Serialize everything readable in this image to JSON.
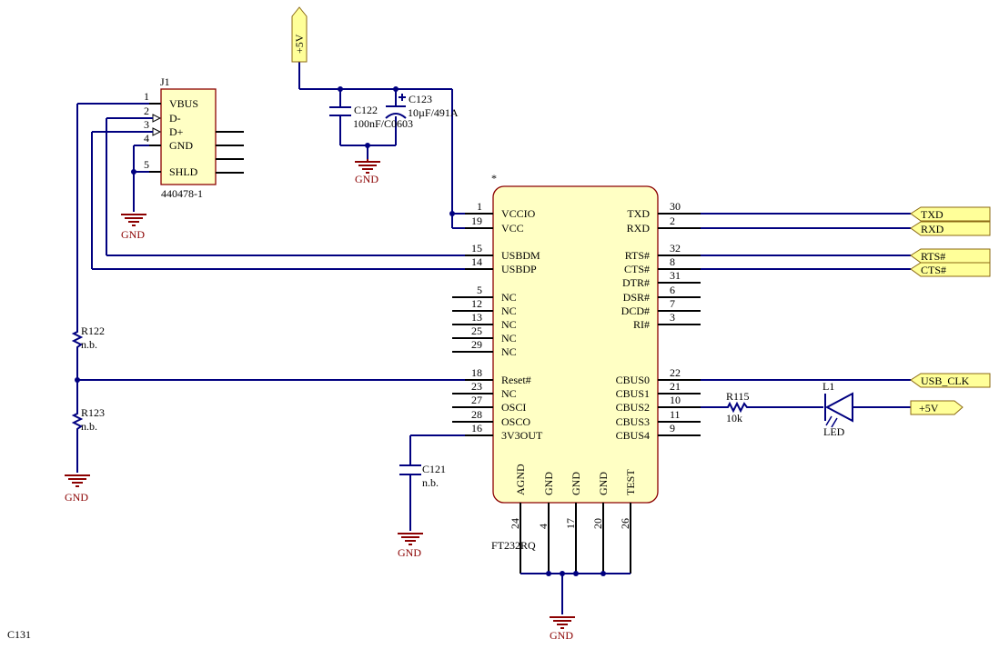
{
  "ic": {
    "designator": "*",
    "part": "FT232RQ",
    "left_pins": [
      {
        "num": "1",
        "name": "VCCIO"
      },
      {
        "num": "19",
        "name": "VCC"
      },
      {
        "num": "15",
        "name": "USBDM"
      },
      {
        "num": "14",
        "name": "USBDP"
      },
      {
        "num": "5",
        "name": "NC"
      },
      {
        "num": "12",
        "name": "NC"
      },
      {
        "num": "13",
        "name": "NC"
      },
      {
        "num": "25",
        "name": "NC"
      },
      {
        "num": "29",
        "name": "NC"
      },
      {
        "num": "18",
        "name": "Reset#"
      },
      {
        "num": "23",
        "name": "NC"
      },
      {
        "num": "27",
        "name": "OSCI"
      },
      {
        "num": "28",
        "name": "OSCO"
      },
      {
        "num": "16",
        "name": "3V3OUT"
      }
    ],
    "right_pins": [
      {
        "num": "30",
        "name": "TXD"
      },
      {
        "num": "2",
        "name": "RXD"
      },
      {
        "num": "32",
        "name": "RTS#"
      },
      {
        "num": "8",
        "name": "CTS#"
      },
      {
        "num": "31",
        "name": "DTR#"
      },
      {
        "num": "6",
        "name": "DSR#"
      },
      {
        "num": "7",
        "name": "DCD#"
      },
      {
        "num": "3",
        "name": "RI#"
      },
      {
        "num": "22",
        "name": "CBUS0"
      },
      {
        "num": "21",
        "name": "CBUS1"
      },
      {
        "num": "10",
        "name": "CBUS2"
      },
      {
        "num": "11",
        "name": "CBUS3"
      },
      {
        "num": "9",
        "name": "CBUS4"
      }
    ],
    "bottom_pins": [
      {
        "num": "24",
        "name": "AGND"
      },
      {
        "num": "4",
        "name": "GND"
      },
      {
        "num": "17",
        "name": "GND"
      },
      {
        "num": "20",
        "name": "GND"
      },
      {
        "num": "26",
        "name": "TEST"
      }
    ]
  },
  "connector": {
    "ref": "J1",
    "part": "440478-1",
    "pins": [
      {
        "num": "1",
        "name": "VBUS"
      },
      {
        "num": "2",
        "name": "D-"
      },
      {
        "num": "3",
        "name": "D+"
      },
      {
        "num": "4",
        "name": "GND"
      },
      {
        "num": "5",
        "name": "SHLD"
      }
    ]
  },
  "components": {
    "c122": {
      "ref": "C122",
      "value": "100nF/C0603"
    },
    "c123": {
      "ref": "C123",
      "value": "10µF/491A"
    },
    "c121": {
      "ref": "C121",
      "value": "n.b."
    },
    "r122": {
      "ref": "R122",
      "value": "n.b."
    },
    "r123": {
      "ref": "R123",
      "value": "n.b."
    },
    "r115": {
      "ref": "R115",
      "value": "10k"
    },
    "l1": {
      "ref": "L1",
      "value": "LED"
    }
  },
  "ports": {
    "txd": "TXD",
    "rxd": "RXD",
    "rts": "RTS#",
    "cts": "CTS#",
    "usb_clk": "USB_CLK",
    "p5v": "+5V"
  },
  "power": {
    "top_5v": "+5V",
    "gnd": "GND"
  },
  "footer": "C131"
}
